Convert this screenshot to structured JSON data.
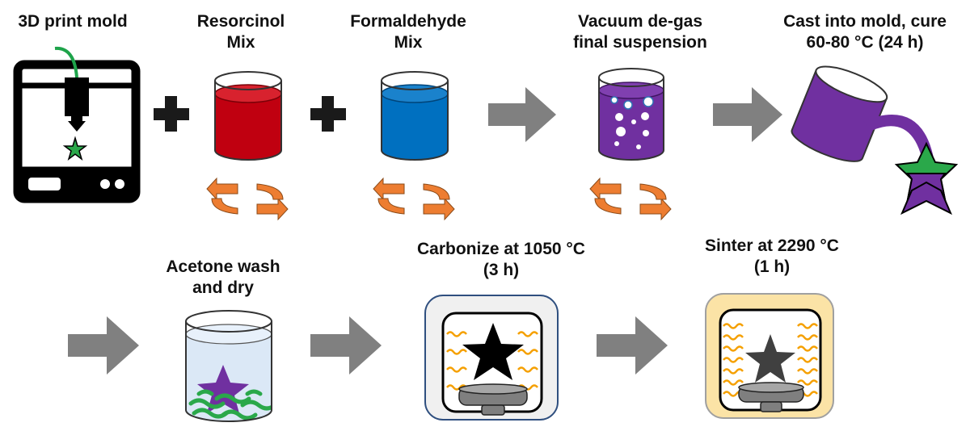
{
  "diagram": {
    "steps": [
      {
        "id": "print",
        "label_lines": [
          "3D print mold"
        ]
      },
      {
        "id": "resorcinol",
        "label_lines": [
          "Resorcinol",
          "Mix"
        ]
      },
      {
        "id": "formaldehyde",
        "label_lines": [
          "Formaldehyde",
          "Mix"
        ]
      },
      {
        "id": "degas",
        "label_lines": [
          "Vacuum de-gas",
          "final suspension"
        ]
      },
      {
        "id": "cast",
        "label_lines": [
          "Cast into mold, cure",
          "60-80 °C (24 h)"
        ]
      },
      {
        "id": "wash",
        "label_lines": [
          "Acetone wash",
          "and dry"
        ]
      },
      {
        "id": "carbonize",
        "label_lines": [
          "Carbonize at 1050 °C",
          "(3 h)"
        ]
      },
      {
        "id": "sinter",
        "label_lines": [
          "Sinter at 2290 °C",
          "(1 h)"
        ]
      }
    ],
    "colors": {
      "resorcinol": "#c00010",
      "formaldehyde": "#0070c0",
      "suspension": "#7030a0",
      "mold_star": "#2aa84a",
      "arrow": "#808080",
      "stir_arrow": "#ed7d31",
      "furnace_cool": "#f0f0f0",
      "furnace_hot": "#fbe3a6",
      "heat_wave": "#f5a000"
    },
    "icons": [
      "printer-icon",
      "plus-icon",
      "beaker-icon",
      "stir-arrows-icon",
      "process-arrow-icon",
      "pour-icon",
      "star-mold-icon",
      "furnace-icon"
    ]
  }
}
